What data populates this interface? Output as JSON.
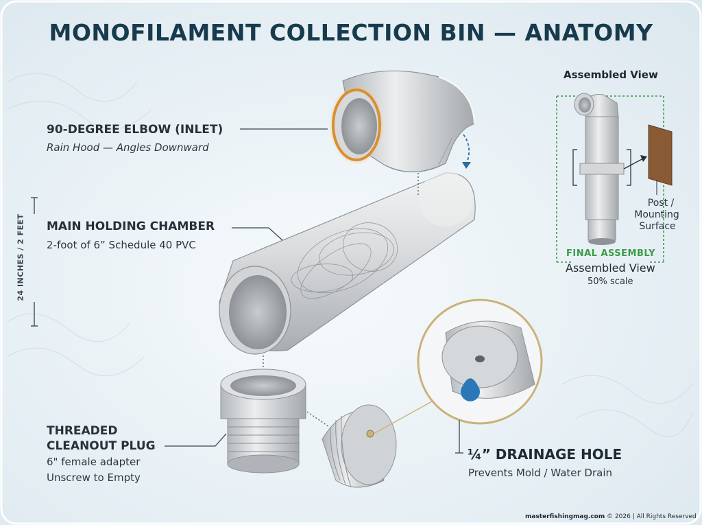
{
  "title": "MONOFILAMENT COLLECTION BIN — ANATOMY",
  "labels": {
    "elbow": {
      "heading": "90-DEGREE ELBOW (INLET)",
      "sub": "Rain Hood — Angles Downward"
    },
    "chamber": {
      "heading": "MAIN HOLDING CHAMBER",
      "sub": "2-foot of 6” Schedule 40 PVC"
    },
    "plug": {
      "heading_line1": "THREADED",
      "heading_line2": "CLEANOUT PLUG",
      "sub_line1": "6\" female adapter",
      "sub_line2": "Unscrew to Empty"
    },
    "drain": {
      "heading": "¼” DRAINAGE HOLE",
      "sub": "Prevents Mold / Water Drain"
    }
  },
  "dimension": "24 INCHES / 2 FEET",
  "assembled": {
    "title": "Assembled View",
    "post_line1": "Post /",
    "post_line2": "Mounting",
    "post_line3": "Surface",
    "badge": "FINAL ASSEMBLY",
    "caption": "Assembled View",
    "scale": "50% scale"
  },
  "footer": {
    "site": "masterfishingmag.com",
    "rest": " © 2026 | All Rights Reserved"
  },
  "colors": {
    "title": "#173b4d",
    "accent_orange": "#e0a24a",
    "accent_gold": "#c9b27a",
    "green": "#3d9a45",
    "water": "#2a78b8",
    "pvc": "#d4d6d8",
    "wood": "#8a5a35"
  }
}
